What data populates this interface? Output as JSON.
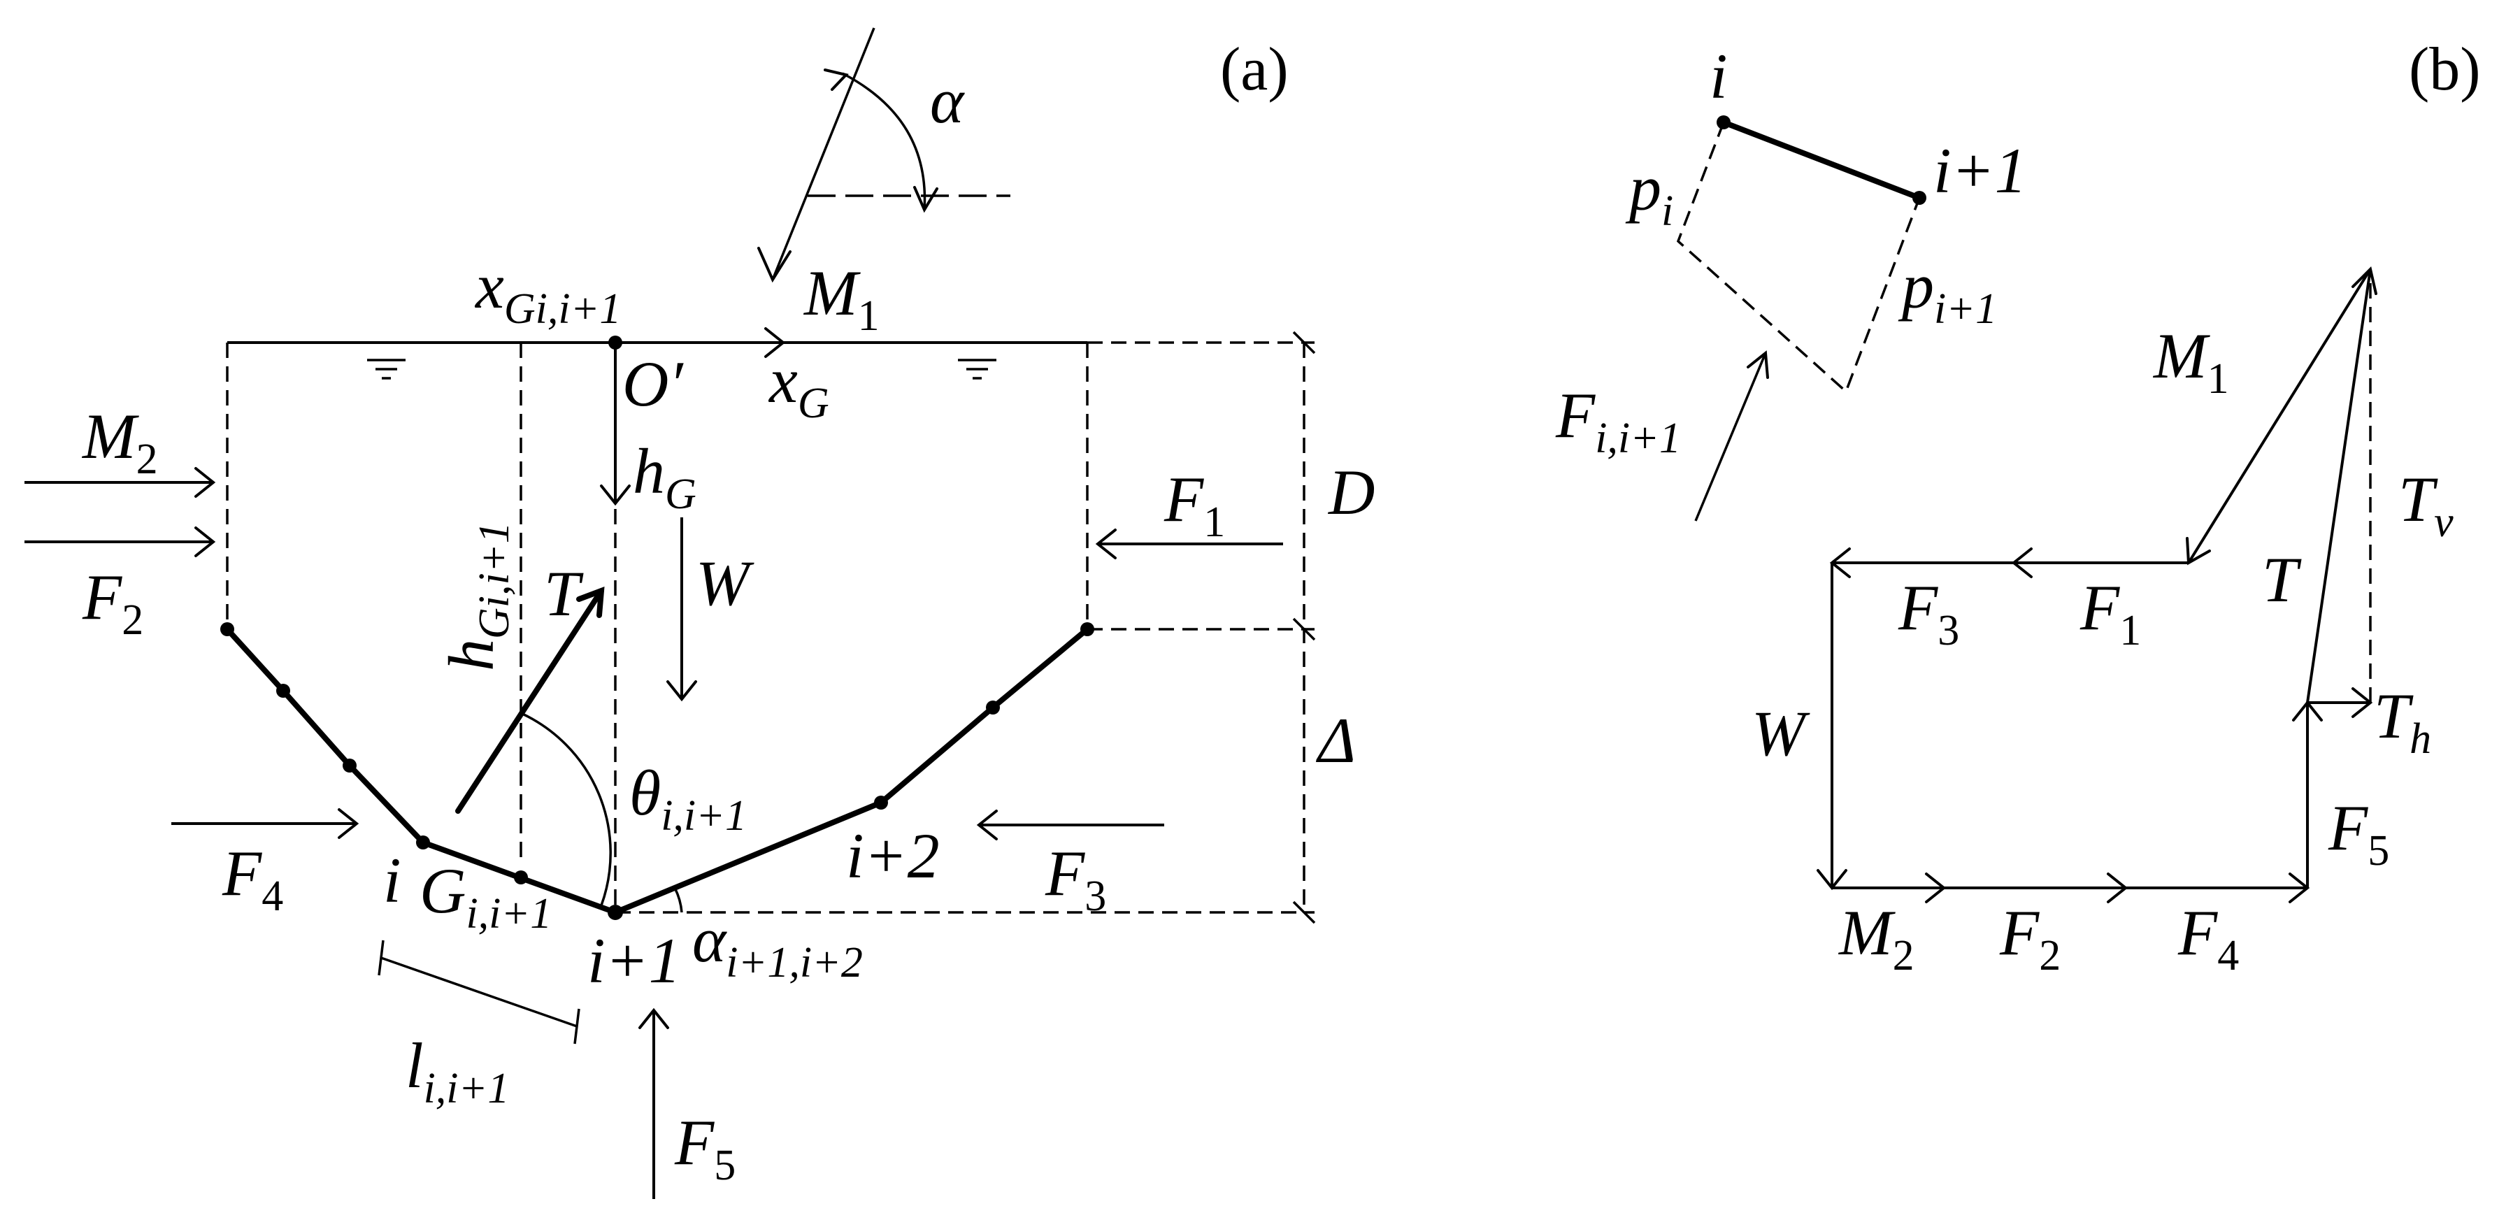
{
  "panels": {
    "a": {
      "tag": "(a)",
      "labels": {
        "alpha": "α",
        "xG_sub": "Gi,i+1",
        "M1_sub": "1",
        "xG": "x",
        "xG2_sub": "G",
        "O": "O′",
        "hG_sub": "G",
        "hGi": "h",
        "hGi_sub": "Gi,i+1",
        "M2_sub": "2",
        "F1_sub": "1",
        "F2_sub": "2",
        "F3_sub": "3",
        "F4_sub": "4",
        "F5_sub": "5",
        "D": "D",
        "Delta": "Δ",
        "W": "W",
        "T": "T",
        "theta": "θ",
        "theta_sub": "i,i+1",
        "i": "i",
        "G": "G",
        "G_sub": "i,i+1",
        "i1": "i+1",
        "i2": "i+2",
        "alpha2": "α",
        "alpha2_sub": "i+1,i+2",
        "l": "l",
        "l_sub": "i,i+1",
        "M": "M",
        "F": "F",
        "h": "h"
      }
    },
    "b": {
      "tag": "(b)",
      "labels": {
        "i": "i",
        "i1": "i+1",
        "p": "p",
        "p_i_sub": "i",
        "p_i1_sub": "i+1",
        "F": "F",
        "F_sub": "i,i+1",
        "M1_sub": "1",
        "Tv_sub": "v",
        "Th_sub": "h",
        "T": "T",
        "W": "W",
        "F1_sub": "1",
        "F2_sub": "2",
        "F3_sub": "3",
        "F4_sub": "4",
        "F5_sub": "5",
        "M2_sub": "2",
        "M": "M"
      }
    }
  }
}
